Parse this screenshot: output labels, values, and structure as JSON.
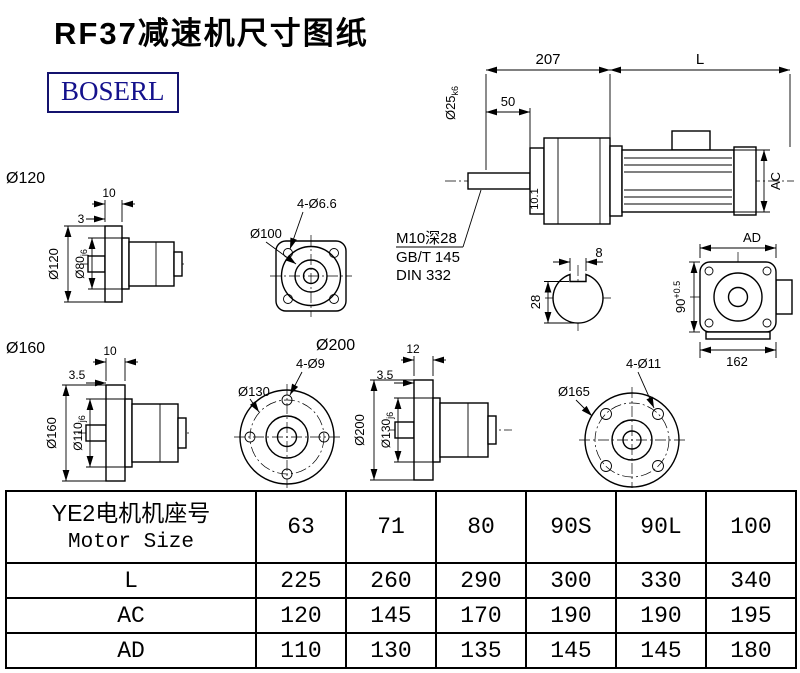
{
  "page": {
    "title": "RF37减速机尺寸图纸",
    "brand": "BOSERL"
  },
  "main_view": {
    "dim_207": "207",
    "dim_L": "L",
    "dim_50": "50",
    "shaft_dia": "Ø25",
    "shaft_fit": "k6",
    "dim_AC": "AC",
    "dim_101": "10.1",
    "note_tap": "M10深28",
    "note_gb": "GB/T 145",
    "note_din": "DIN 332"
  },
  "shaft_section": {
    "dim_key_width": "8",
    "dim_28": "28"
  },
  "side_view": {
    "dim_AD": "AD",
    "dim_162": "162",
    "dim_90": "90",
    "dim_90_tol": "+0.5"
  },
  "flange_120": {
    "label": "Ø120",
    "dim_10": "10",
    "dim_3": "3",
    "od": "Ø120",
    "spigot": "Ø80",
    "spigot_fit": "j6"
  },
  "flange_100": {
    "holes": "4-Ø6.6",
    "dia": "Ø100"
  },
  "flange_160": {
    "label": "Ø160",
    "dim_10": "10",
    "dim_35": "3.5",
    "od": "Ø160",
    "spigot": "Ø110",
    "spigot_fit": "j6"
  },
  "flange_130": {
    "dia": "Ø130",
    "holes": "4-Ø9"
  },
  "flange_200": {
    "label": "Ø200",
    "dim_12": "12",
    "dim_35": "3.5",
    "od": "Ø200",
    "spigot": "Ø130",
    "spigot_fit": "j6"
  },
  "flange_165": {
    "dia": "Ø165",
    "holes": "4-Ø11"
  },
  "table": {
    "header_cn": "YE2电机机座号",
    "header_en": "Motor Size",
    "sizes": [
      "63",
      "71",
      "80",
      "90S",
      "90L",
      "100"
    ],
    "rows": [
      {
        "label": "L",
        "values": [
          "225",
          "260",
          "290",
          "300",
          "330",
          "340"
        ]
      },
      {
        "label": "AC",
        "values": [
          "120",
          "145",
          "170",
          "190",
          "190",
          "195"
        ]
      },
      {
        "label": "AD",
        "values": [
          "110",
          "130",
          "135",
          "145",
          "145",
          "180"
        ]
      }
    ]
  }
}
